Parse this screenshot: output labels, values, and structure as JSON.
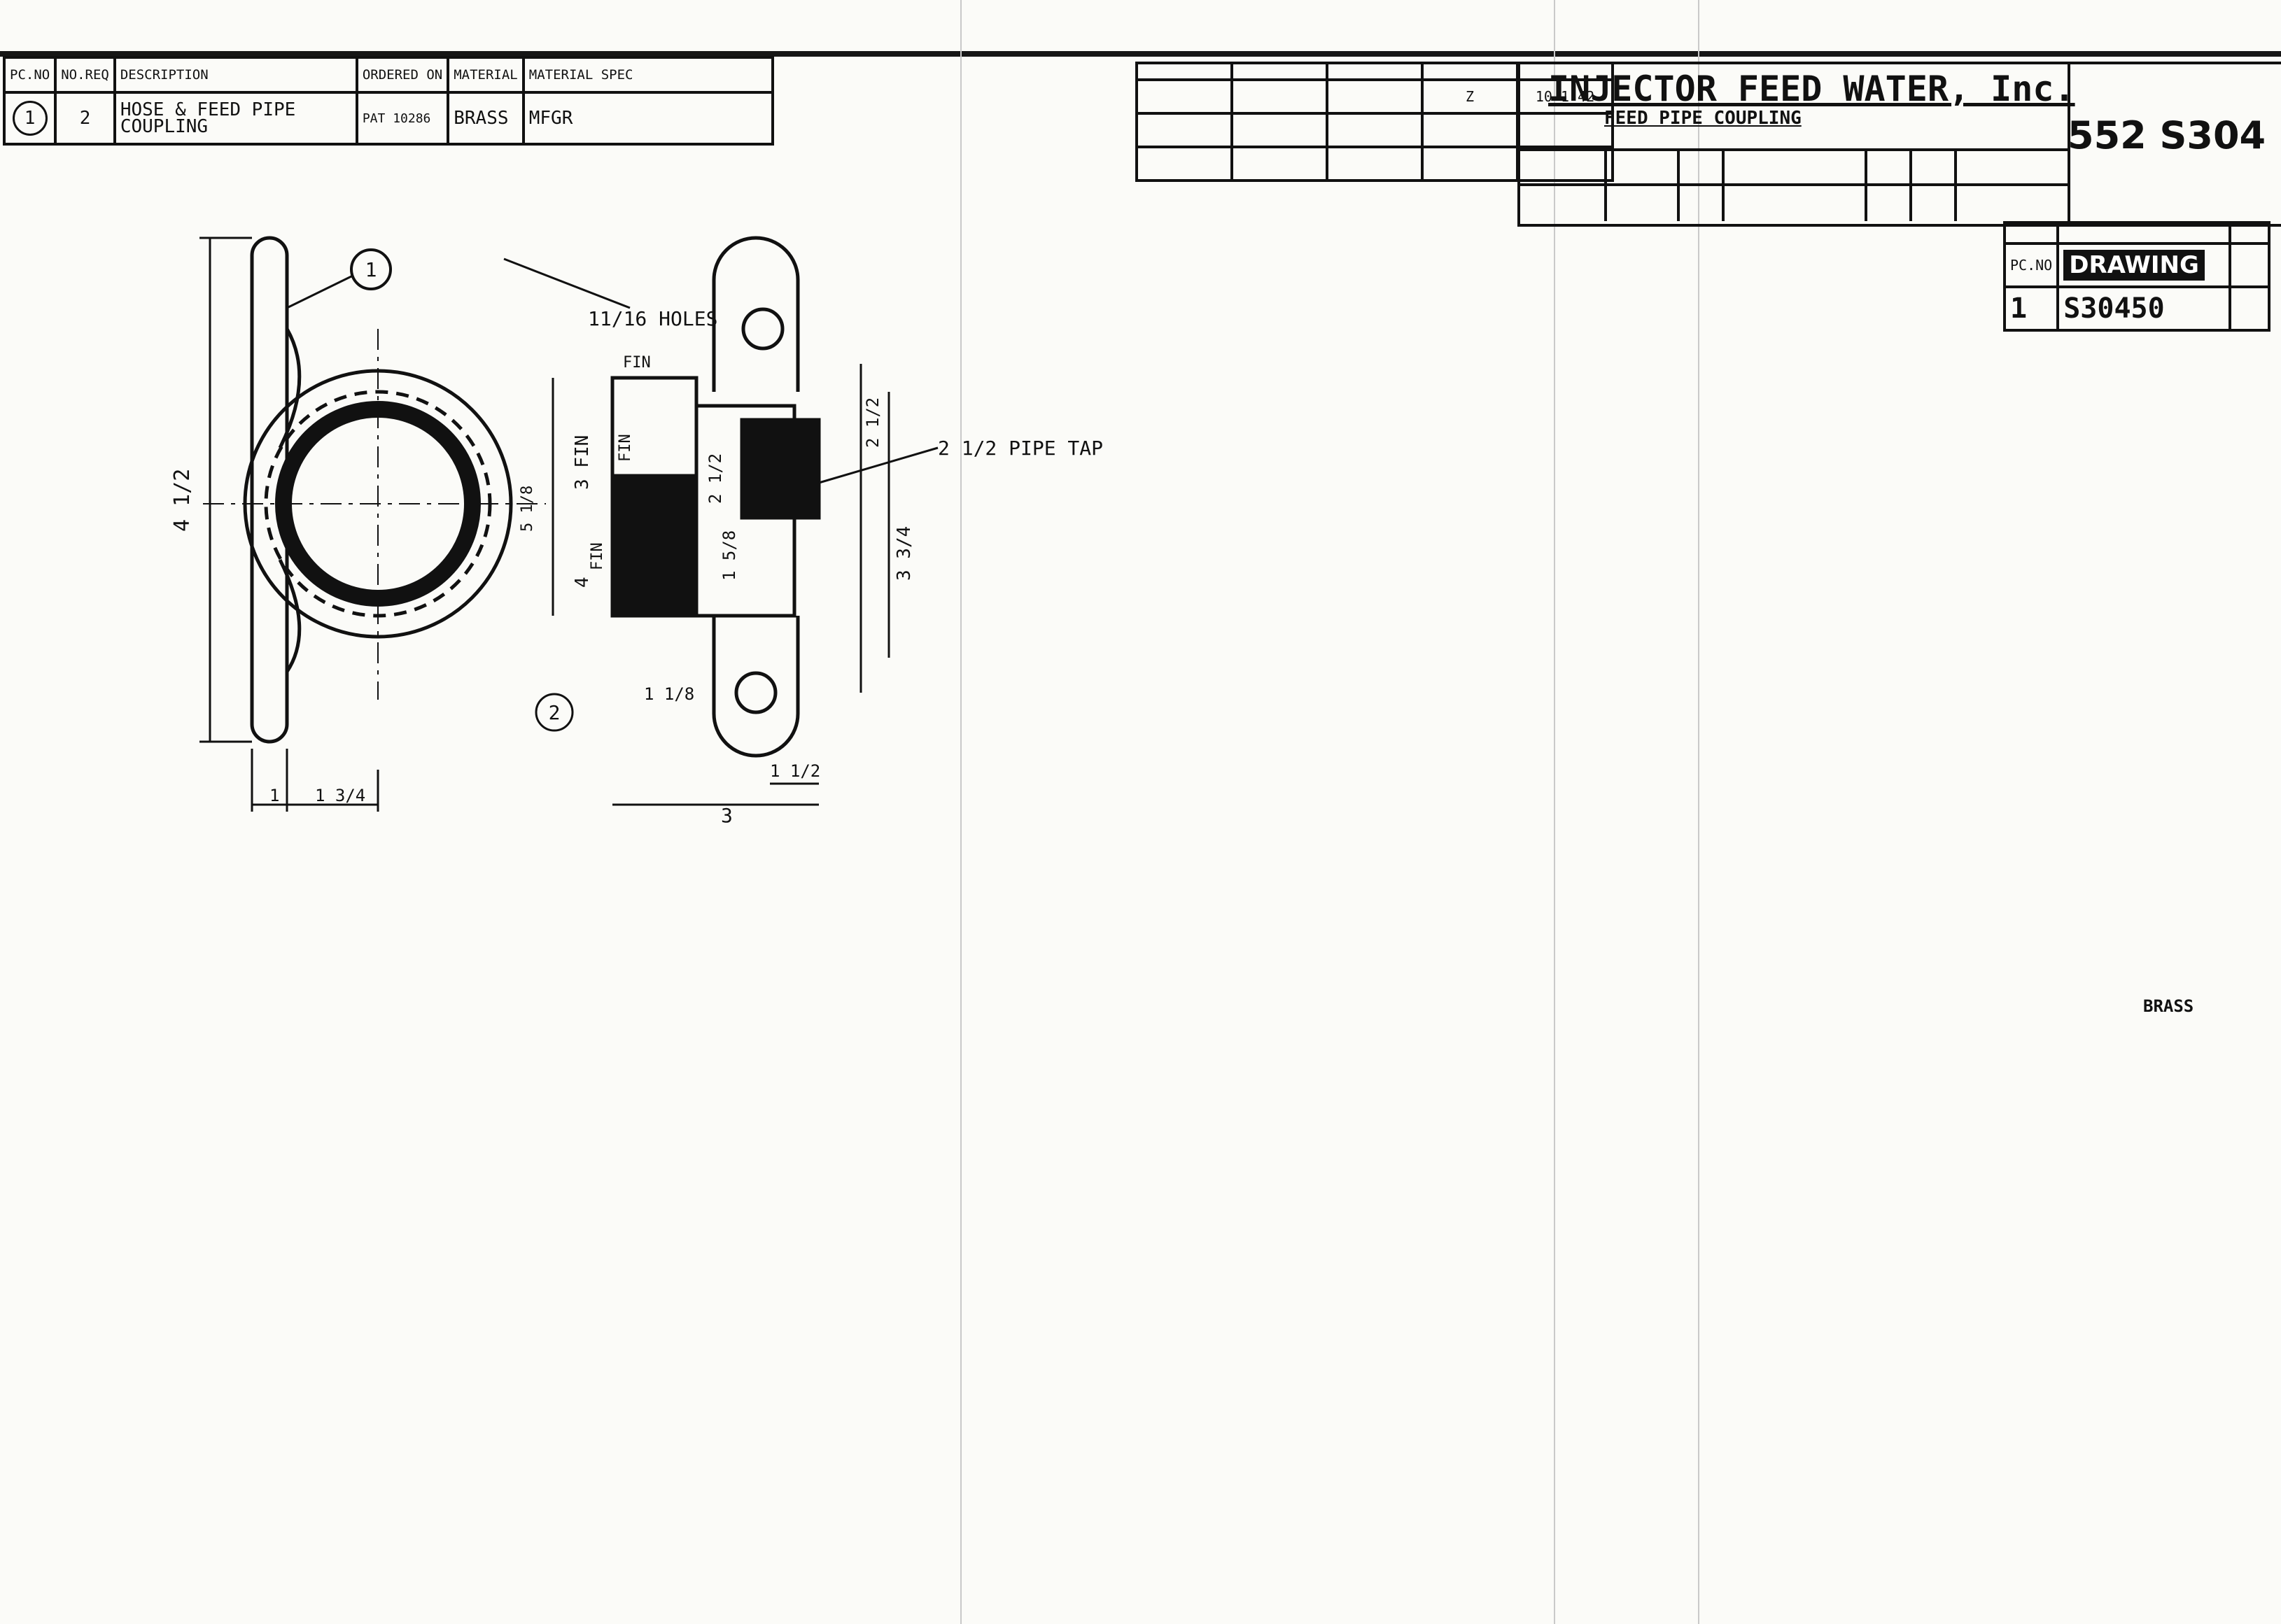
{
  "parts_table": {
    "headers": [
      "PC.NO",
      "NO.REQ",
      "DESCRIPTION",
      "ORDERED ON",
      "MATERIAL",
      "MATERIAL SPEC"
    ],
    "rows": [
      {
        "pc_no": "1",
        "no_req": "2",
        "description": "HOSE & FEED PIPE COUPLING",
        "ordered_on": "PAT 10286",
        "material": "BRASS",
        "material_spec": "MFGR"
      }
    ]
  },
  "revision_block": {
    "rows": [
      {
        "letter": "Z",
        "date": "10-1-42"
      }
    ]
  },
  "title_block": {
    "company": "INJECTOR FEED WATER, Inc.",
    "subtitle": "FEED PIPE COUPLING",
    "drawing_number": "552 S304"
  },
  "reference_block": {
    "pc_no_label": "PC.NO",
    "drawing_label": "DRAWING",
    "pc_no": "1",
    "drawing": "S30450"
  },
  "drawing_annotations": {
    "balloon_1": "1",
    "balloon_2": "2",
    "holes": "11/16 HOLES",
    "fin_top": "FIN",
    "fin_side_a": "FIN",
    "fin_side_b": "FIN",
    "pipe_tap": "2 1/2 PIPE TAP",
    "dim_4_1_2": "4 1/2",
    "dim_3": "3",
    "dim_1_3_4": "1 3/4",
    "dim_1": "1",
    "dim_4": "4",
    "dim_3_fin": "3 FIN",
    "dim_1_1_8": "1 1/8",
    "dim_1_1_2": "1 1/2",
    "dim_2_1_2a": "2 1/2",
    "dim_2_1_2b": "2 1/2",
    "dim_3_3_4": "3 3/4",
    "dim_5_1_8": "5 1/8",
    "dim_1_5_8": "1 5/8"
  },
  "material_note": "BRASS"
}
